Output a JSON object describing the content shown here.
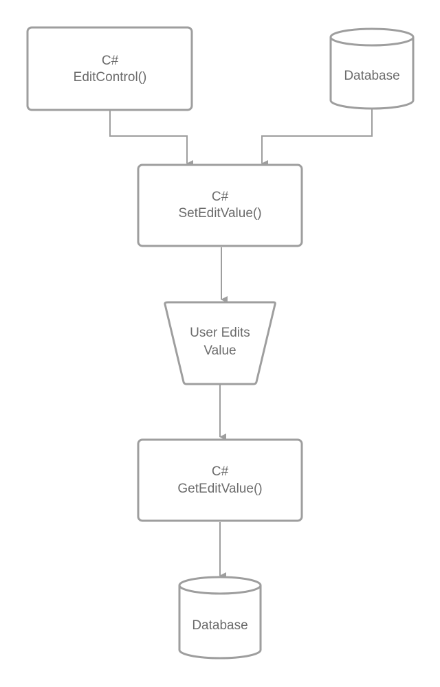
{
  "colors": {
    "stroke": "#9e9e9e",
    "text": "#6b6b6b",
    "background": "#ffffff"
  },
  "nodes": {
    "edit_control": {
      "line1": "C#",
      "line2": "EditControl()"
    },
    "database_top": {
      "label": "Database"
    },
    "set_edit_value": {
      "line1": "C#",
      "line2": "SetEditValue()"
    },
    "user_edits": {
      "line1": "User Edits",
      "line2": "Value"
    },
    "get_edit_value": {
      "line1": "C#",
      "line2": "GetEditValue()"
    },
    "database_bottom": {
      "label": "Database"
    }
  }
}
